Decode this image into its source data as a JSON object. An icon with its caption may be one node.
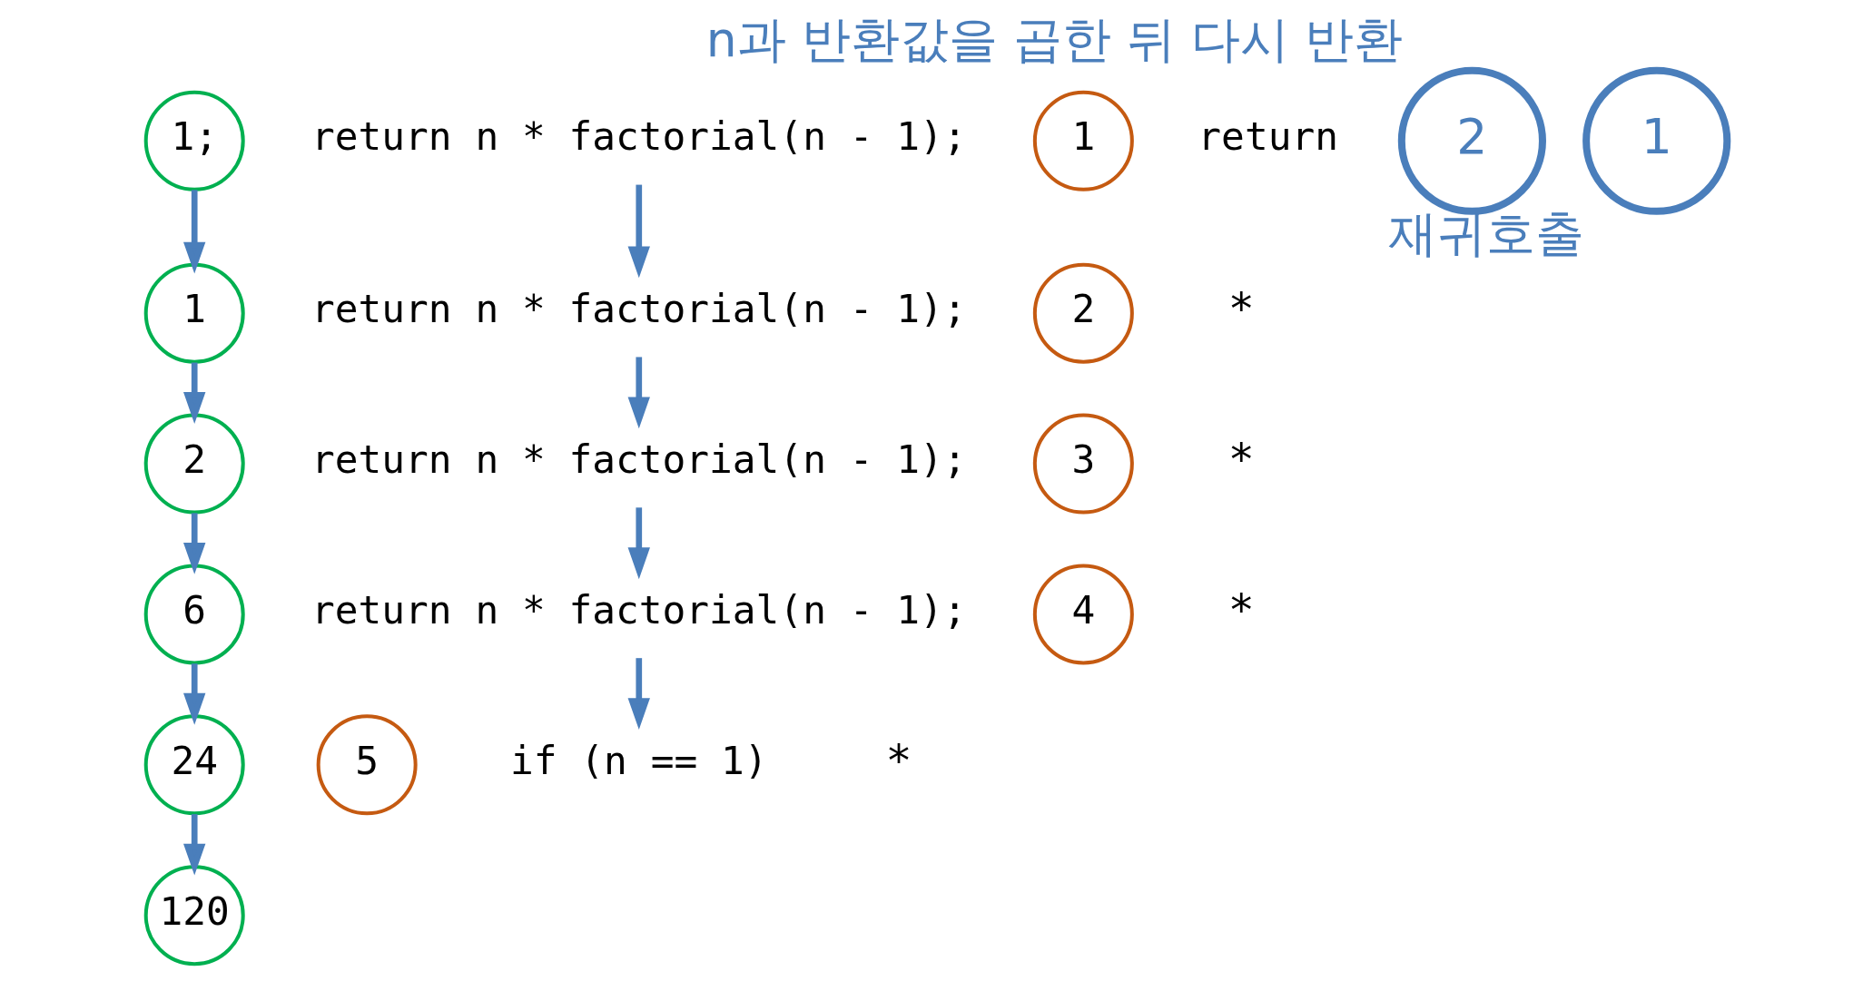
{
  "diagram": {
    "nodes": [
      {
        "text": [
          "120"
        ]
      },
      {
        "text": [
          "5"
        ]
      },
      {
        "text": [
          "24"
        ]
      },
      {
        "text": [
          "return n * factorial(n - 1);"
        ]
      },
      {
        "text": [
          "4"
        ]
      },
      {
        "text": [
          "6"
        ]
      },
      {
        "text": [
          "return n * factorial(n - 1);"
        ]
      },
      {
        "text": [
          "3"
        ]
      },
      {
        "text": [
          "2"
        ]
      },
      {
        "text": [
          "return n * factorial(n - 1);"
        ]
      },
      {
        "text": [
          "2"
        ]
      },
      {
        "text": [
          "1"
        ]
      },
      {
        "text": [
          "return n * factorial(n - 1);"
        ]
      },
      {
        "text": [
          "1"
        ]
      },
      {
        "text": [
          "if (n == 1)"
        ]
      },
      {
        "text": [
          "return"
        ]
      },
      {
        "text": [
          "1;"
        ]
      },
      {
        "text": [
          "2"
        ],
        "beside": [
          "n과 반환값을 곱한 뒤 다시 반환"
        ]
      },
      {
        "text": [
          "1"
        ],
        "beside": [
          "재귀호출"
        ]
      }
    ],
    "edges": [
      {
        "from": 3,
        "to": 6,
        "arrow": "to"
      },
      {
        "from": 6,
        "to": 9,
        "arrow": "to"
      },
      {
        "from": 9,
        "to": 12,
        "arrow": "to"
      },
      {
        "from": 12,
        "to": 14,
        "arrow": "to"
      },
      {
        "from": 16,
        "to": 11,
        "arrow": "to"
      },
      {
        "from": 11,
        "to": 8,
        "arrow": "to"
      },
      {
        "from": 8,
        "to": 5,
        "arrow": "to"
      },
      {
        "from": 5,
        "to": 2,
        "arrow": "to"
      },
      {
        "from": 2,
        "to": 0,
        "arrow": "to"
      }
    ],
    "labels": [
      "*",
      "*",
      "*",
      "*"
    ]
  }
}
